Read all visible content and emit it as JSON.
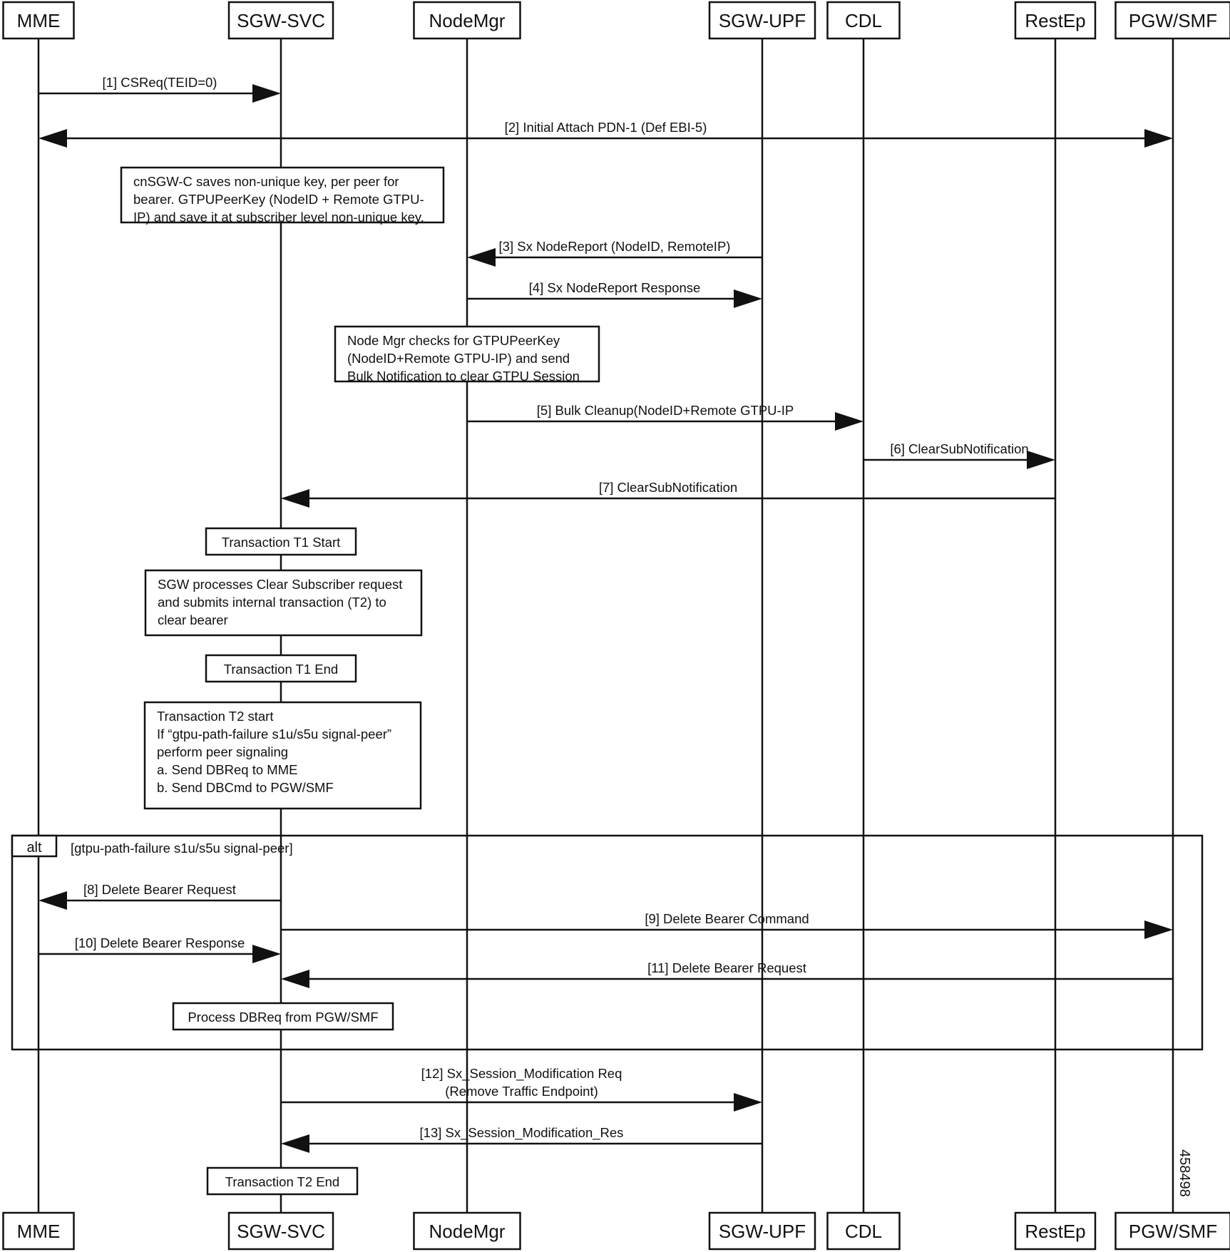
{
  "participants": [
    {
      "id": "mme",
      "label": "MME"
    },
    {
      "id": "sgwsvc",
      "label": "SGW-SVC"
    },
    {
      "id": "nodemgr",
      "label": "NodeMgr"
    },
    {
      "id": "sgwupf",
      "label": "SGW-UPF"
    },
    {
      "id": "cdl",
      "label": "CDL"
    },
    {
      "id": "restep",
      "label": "RestEp"
    },
    {
      "id": "pgwsmf",
      "label": "PGW/SMF"
    }
  ],
  "messages": [
    {
      "label": [
        "[1] CSReq(TEID=0)"
      ],
      "from": "mme",
      "to": "sgwsvc"
    },
    {
      "label": [
        "[2] Initial Attach PDN-1 (Def EBI-5)"
      ],
      "from": "mme",
      "to": "pgwsmf",
      "bidirectional": true
    },
    {
      "label": [
        "[3] Sx NodeReport (NodeID, RemoteIP)"
      ],
      "from": "sgwupf",
      "to": "nodemgr"
    },
    {
      "label": [
        "[4] Sx NodeReport Response"
      ],
      "from": "nodemgr",
      "to": "sgwupf"
    },
    {
      "label": [
        "[5] Bulk Cleanup(NodeID+Remote GTPU-IP"
      ],
      "from": "nodemgr",
      "to": "cdl"
    },
    {
      "label": [
        "[6] ClearSubNotification"
      ],
      "from": "cdl",
      "to": "restep"
    },
    {
      "label": [
        "[7] ClearSubNotification"
      ],
      "from": "restep",
      "to": "sgwsvc"
    },
    {
      "label": [
        "[8] Delete Bearer Request"
      ],
      "from": "sgwsvc",
      "to": "mme"
    },
    {
      "label": [
        "[9] Delete Bearer Command"
      ],
      "from": "sgwsvc",
      "to": "pgwsmf"
    },
    {
      "label": [
        "[10] Delete Bearer Response"
      ],
      "from": "mme",
      "to": "sgwsvc"
    },
    {
      "label": [
        "[11] Delete Bearer Request"
      ],
      "from": "pgwsmf",
      "to": "sgwsvc"
    },
    {
      "label": [
        "[12] Sx_Session_Modification Req",
        "(Remove Traffic Endpoint)"
      ],
      "from": "sgwsvc",
      "to": "sgwupf"
    },
    {
      "label": [
        "[13] Sx_Session_Modification_Res"
      ],
      "from": "sgwupf",
      "to": "sgwsvc"
    }
  ],
  "notes": [
    {
      "lines": [
        "cnSGW-C saves non-unique key, per peer for",
        "bearer. GTPUPeerKey (NodeID + Remote GTPU-",
        "IP) and save it at subscriber level non-unique key."
      ]
    },
    {
      "lines": [
        "Node Mgr checks for GTPUPeerKey",
        "(NodeID+Remote GTPU-IP) and send",
        "Bulk Notification to clear GTPU Session"
      ]
    },
    {
      "lines": [
        "Transaction T1 Start"
      ]
    },
    {
      "lines": [
        "SGW processes Clear Subscriber request",
        "and submits internal transaction (T2) to",
        "clear bearer"
      ]
    },
    {
      "lines": [
        "Transaction T1 End"
      ]
    },
    {
      "lines": [
        "Transaction T2 start",
        "If “gtpu-path-failure s1u/s5u signal-peer”",
        "perform peer signaling",
        "a. Send DBReq to MME",
        "b. Send DBCmd to PGW/SMF"
      ]
    },
    {
      "lines": [
        "Process DBReq from PGW/SMF"
      ]
    },
    {
      "lines": [
        "Transaction T2 End"
      ]
    }
  ],
  "fragment": {
    "tag": "alt",
    "guard": "[gtpu-path-failure s1u/s5u signal-peer]"
  },
  "figure_id": "458498"
}
